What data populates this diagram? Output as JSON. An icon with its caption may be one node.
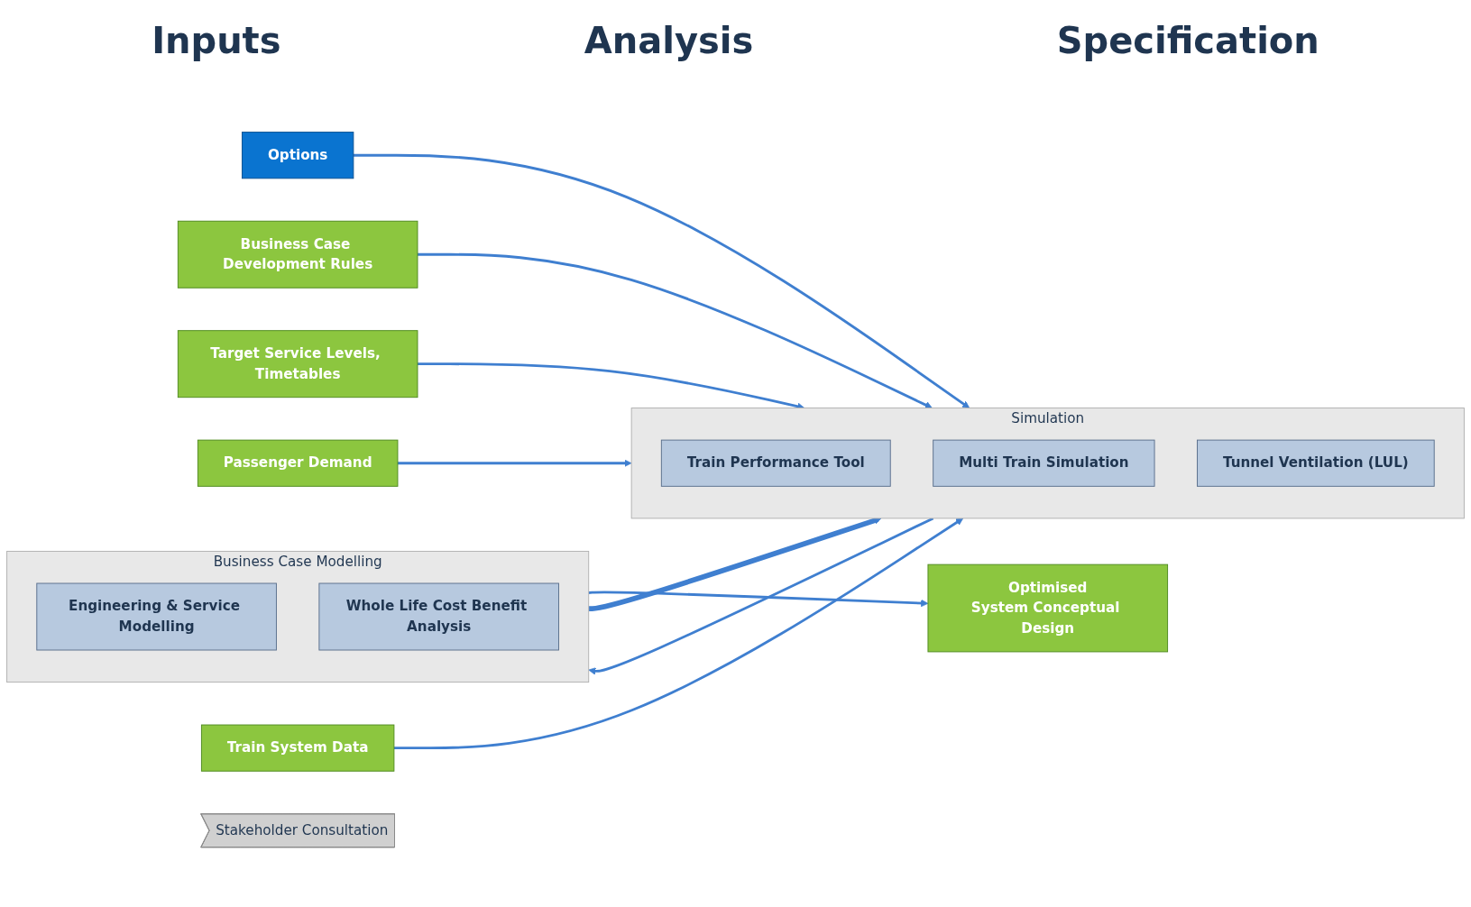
{
  "diagram": {
    "nodes": [
      {
        "text": [
          "Options"
        ]
      },
      {
        "text": [
          "Business Case Development Rules"
        ]
      },
      {
        "text": [
          "Target Service Levels, Timetables"
        ]
      },
      {
        "text": [
          "Passenger Demand"
        ]
      },
      {
        "text": [
          "Train System Data"
        ]
      },
      {
        "text": [
          "Simulation"
        ]
      },
      {
        "text": [
          "Train Performance Tool"
        ],
        "in": 5
      },
      {
        "text": [
          "Multi Train Simulation"
        ],
        "in": 5
      },
      {
        "text": [
          "Tunnel Ventilation (LUL)"
        ],
        "in": 5
      },
      {
        "text": [
          "Business Case Modelling"
        ]
      },
      {
        "text": [
          "Engineering & Service Modelling"
        ],
        "in": 9
      },
      {
        "text": [
          "Whole Life Cost Benefit Analysis"
        ],
        "in": 9
      },
      {
        "text": [
          "Optimised",
          "System Conceptual Design"
        ]
      },
      {
        "text": [
          "Stakeholder Consultation"
        ]
      }
    ],
    "edges": [
      {
        "from": 0,
        "to": 5,
        "arrow": "to"
      },
      {
        "from": 1,
        "to": 5,
        "arrow": "to"
      },
      {
        "from": 2,
        "to": 5,
        "arrow": "to"
      },
      {
        "from": 3,
        "to": 5,
        "arrow": "to"
      },
      {
        "from": 4,
        "to": 5,
        "arrow": "to"
      },
      {
        "from": 5,
        "to": 9,
        "arrow": "to"
      },
      {
        "from": 9,
        "to": 12,
        "arrow": "to"
      },
      {
        "from": 9,
        "to": 5,
        "arrow": "to",
        "style": "thick"
      }
    ],
    "labels": [
      "Inputs",
      "Analysis",
      "Specification"
    ]
  }
}
